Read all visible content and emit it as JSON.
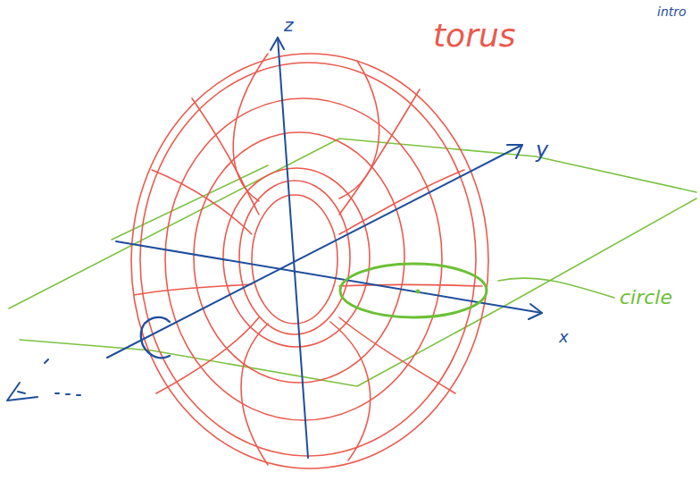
{
  "diagram": {
    "labels": [
      "torus",
      "z",
      "y",
      "x",
      "circle",
      "intro"
    ]
  }
}
